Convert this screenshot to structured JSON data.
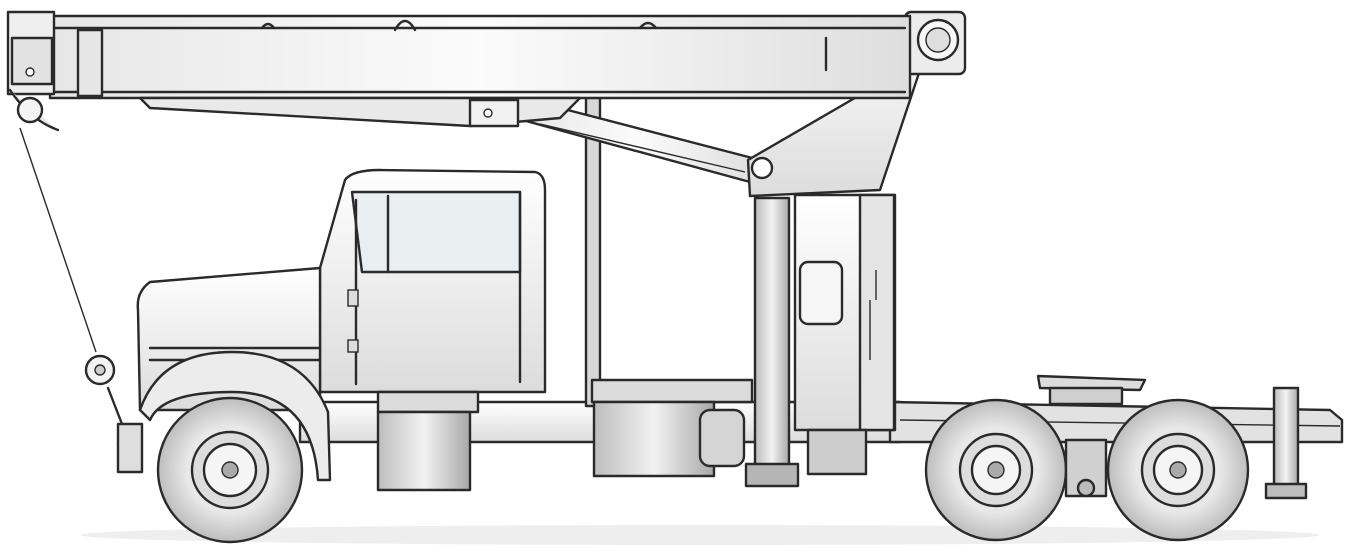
{
  "colors": {
    "outline": "#2a2a2a",
    "body_light": "#f4f4f4",
    "body_shade": "#d9d9d9",
    "metal_dark": "#8c8c8c",
    "tire": "#c9c9c9",
    "glass": "#e9eef1"
  },
  "icons": [
    "crane-boom",
    "hook-block",
    "truck-cab",
    "wheel",
    "outrigger",
    "fifth-wheel-plate"
  ]
}
